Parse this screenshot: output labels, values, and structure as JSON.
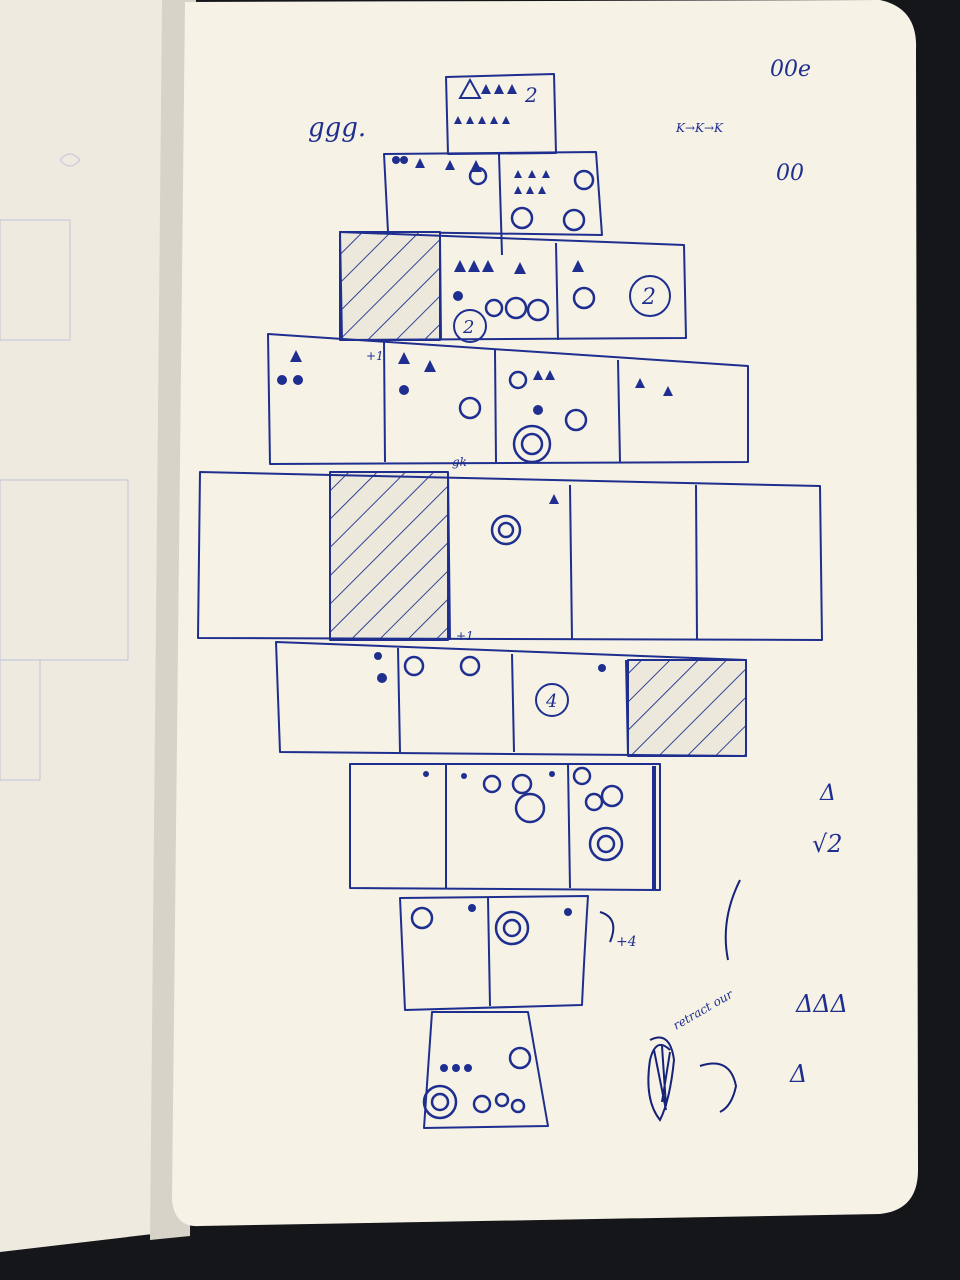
{
  "colors": {
    "ink": "#1f2f8f",
    "ink_dark": "#16237a",
    "paper": "#f6f2e6",
    "left_page": "#eeeae0",
    "background": "#15161a",
    "hatch_fill": "#ece8dc"
  },
  "notes": {
    "top_left": "ggg.",
    "top_right_a": "00e",
    "top_right_b": "00",
    "flow_label": "K→K→K",
    "tile_2a": "2",
    "tile_2b": "2",
    "tile_2c": "2",
    "tile_4": "4",
    "margin_sqrt": "√2",
    "margin_tri_a": "Δ",
    "margin_tri_b": "ΔΔΔ",
    "margin_tri_c": "Δ",
    "marker_a": "+1",
    "marker_b": "gk",
    "marker_c": "+1",
    "marker_d": "+4",
    "bottom_note": "retract our"
  }
}
